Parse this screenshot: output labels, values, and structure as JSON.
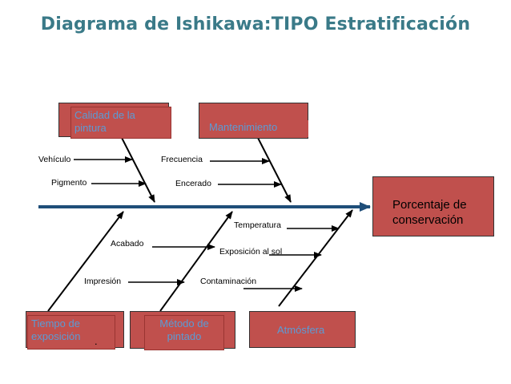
{
  "title": "Diagrama de Ishikawa:TIPO Estratificación",
  "effect": {
    "line1": "Porcentaje de",
    "line2": "conservación"
  },
  "categories": {
    "calidad": {
      "line1": "Calidad de la",
      "line2": "pintura"
    },
    "mantenimiento": "Mantenimiento",
    "tiempo": {
      "line1": "Tiempo de",
      "line2": "exposición"
    },
    "metodo": {
      "line1": "Método de",
      "line2": "pintado"
    },
    "atmosfera": "Atmósfera"
  },
  "causes": {
    "vehiculo": "Vehículo",
    "pigmento": "Pigmento",
    "frecuencia": "Frecuencia",
    "encerado": "Encerado",
    "acabado": "Acabado",
    "impresion": "Impresión",
    "temperatura": "Temperatura",
    "exposicion_sol": "Exposición al sol",
    "contaminacion": "Contaminación"
  },
  "colors": {
    "box": "#c0504d",
    "box_text": "#5b9bd5",
    "spine": "#1f4e79",
    "title": "#3a7a88"
  }
}
